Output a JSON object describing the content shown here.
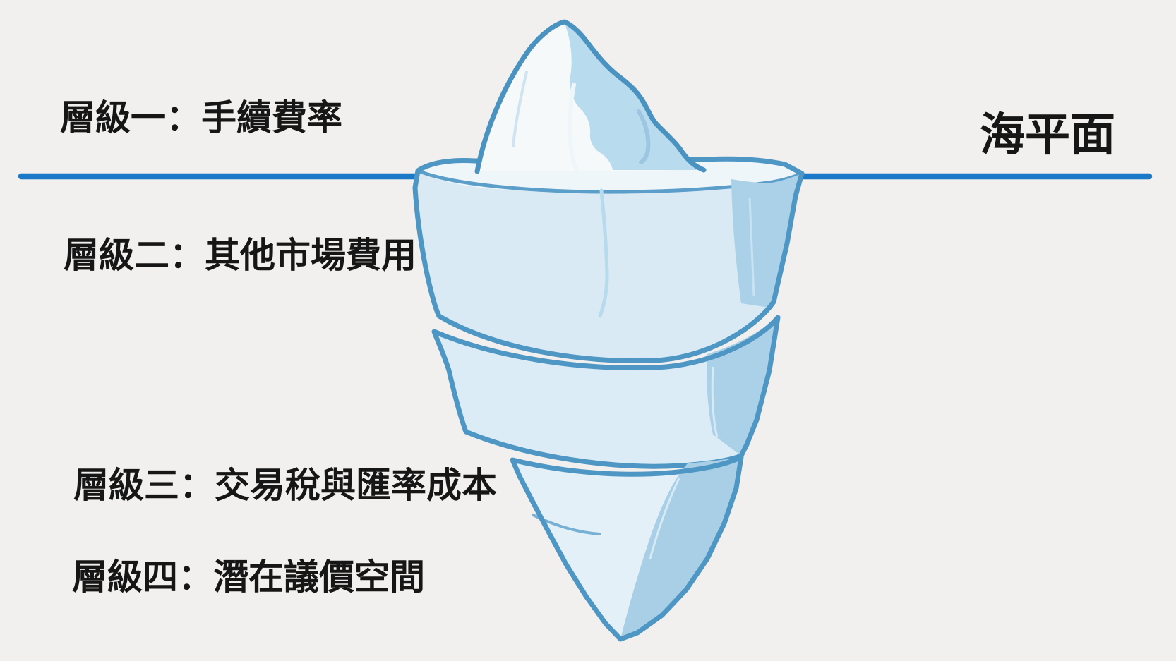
{
  "diagram": {
    "type": "iceberg-cost-layers",
    "waterline": {
      "label": "海平面",
      "color": "#1b79c8"
    },
    "layers": [
      {
        "label": "層級一：手續費率",
        "zone": "above-waterline"
      },
      {
        "label": "層級二：其他市場費用",
        "zone": "below-waterline"
      },
      {
        "label": "層級三：交易稅與匯率成本",
        "zone": "below-waterline"
      },
      {
        "label": "層級四：潛在議價空間",
        "zone": "below-waterline"
      }
    ]
  },
  "colors": {
    "background": "#f1f0ee",
    "waterline": "#1b79c8",
    "text": "#161616",
    "iceberg_outline": "#4e96c4",
    "iceberg_above_water": "#f6f9fa",
    "iceberg_above_water_shade": "#b9dbee",
    "iceberg_underwater": "#d9eaf4",
    "iceberg_underwater_shade": "#abd1e8",
    "iceberg_crack_gap": "#edf4f8"
  }
}
